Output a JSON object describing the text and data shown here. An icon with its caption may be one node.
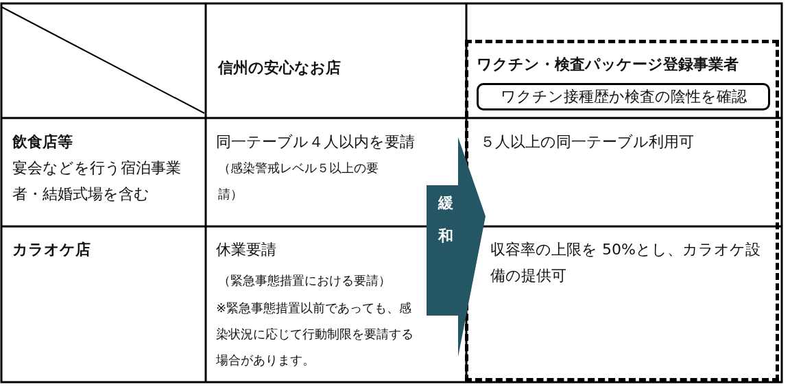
{
  "diagram": {
    "nodes": [
      {
        "text": [
          "ワクチン・検査パッケージ登録事業者"
        ]
      },
      {
        "text": [
          "ワクチン接種歴か検査の陰性を確認"
        ],
        "in": 0
      },
      {
        "text": [
          "緩和"
        ]
      }
    ],
    "labels": [
      "信州の安心なお店",
      "飲食店等",
      "宴会などを行う宿泊事業者・結婚式場を含む",
      "同一テーブル４人以内を要請",
      "（感染警戒レベル５以上の要請）",
      "５人以上の同一テーブル利用可",
      "カラオケ店",
      "休業要請",
      "（緊急事態措置における要請）",
      "※緊急事態措置以前であっても、感染状況に応じて行動制限を要請する場合があります。",
      "収容率の上限を 50%とし、カラオケ設備の提供可"
    ]
  }
}
